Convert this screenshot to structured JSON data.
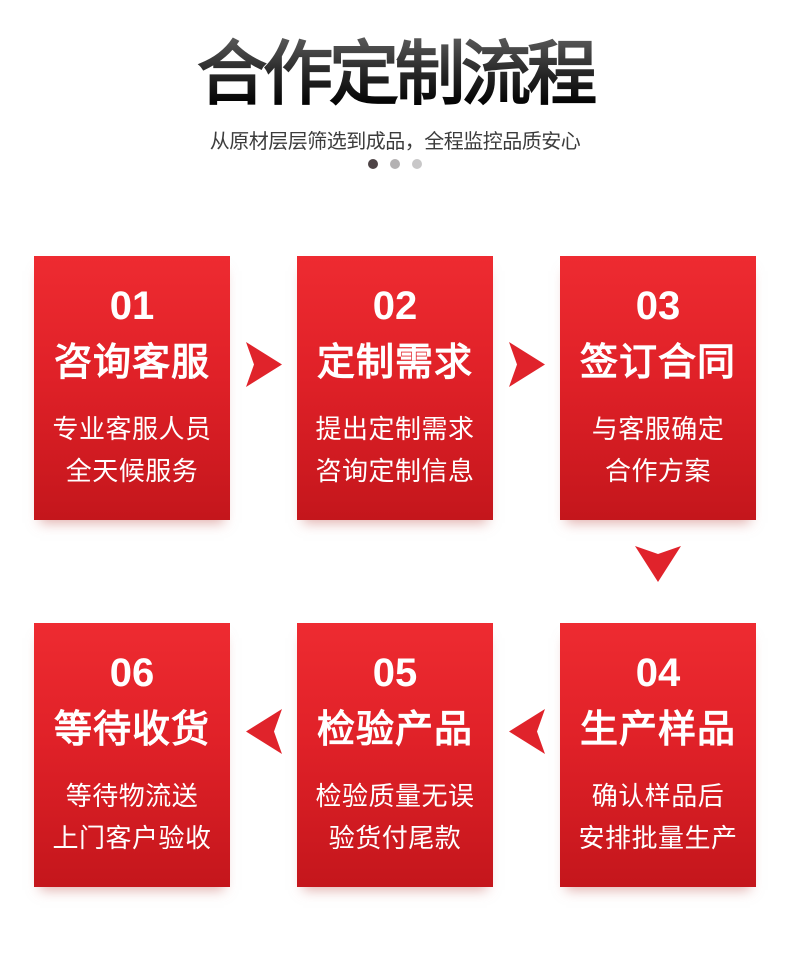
{
  "header": {
    "title": "合作定制流程",
    "subtitle": "从原材层层筛选到成品，全程监控品质安心",
    "dots": {
      "count": 3,
      "active_index": 0
    }
  },
  "steps": [
    {
      "number": "01",
      "title": "咨询客服",
      "desc_line1": "专业客服人员",
      "desc_line2": "全天候服务"
    },
    {
      "number": "02",
      "title": "定制需求",
      "desc_line1": "提出定制需求",
      "desc_line2": "咨询定制信息"
    },
    {
      "number": "03",
      "title": "签订合同",
      "desc_line1": "与客服确定",
      "desc_line2": "合作方案"
    },
    {
      "number": "04",
      "title": "生产样品",
      "desc_line1": "确认样品后",
      "desc_line2": "安排批量生产"
    },
    {
      "number": "05",
      "title": "检验产品",
      "desc_line1": "检验质量无误",
      "desc_line2": "验货付尾款"
    },
    {
      "number": "06",
      "title": "等待收货",
      "desc_line1": "等待物流送",
      "desc_line2": "上门客户验收"
    }
  ],
  "arrows": [
    "right",
    "right",
    "down",
    "left",
    "left"
  ],
  "colors": {
    "card_gradient_top": "#ee2b31",
    "card_gradient_bottom": "#c4161c",
    "arrow_red": "#e0232b",
    "title_gradient_top": "#5e5e5e",
    "title_gradient_bottom": "#000000",
    "subtitle_text": "#3c3c3c",
    "dot_active": "#4d4345",
    "dot_inactive_mid": "#b3b1b2",
    "dot_inactive_light": "#c8c7c8",
    "card_text": "#ffffff",
    "background": "#ffffff"
  }
}
